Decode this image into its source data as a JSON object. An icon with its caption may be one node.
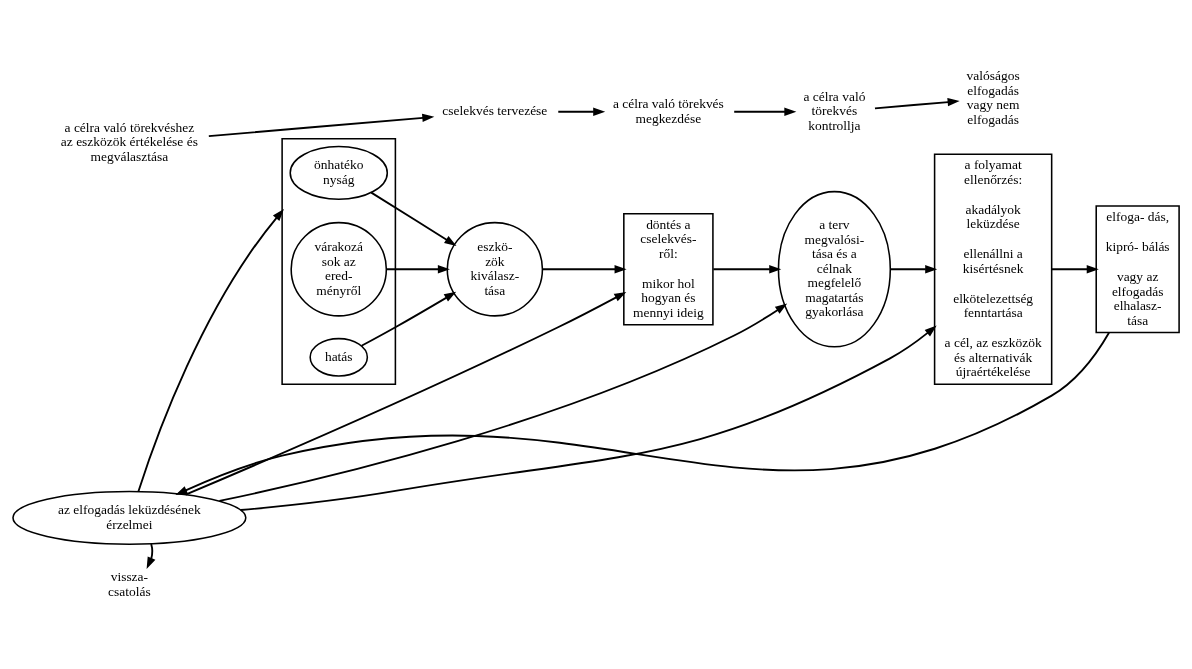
{
  "diagram": {
    "nodes": [
      {
        "text": [
          "a célra való törekvéshez az eszközök értékelése és megválasztása"
        ]
      },
      {
        "text": [
          "cselekvés tervezése"
        ]
      },
      {
        "text": [
          "a célra való törekvés megkezdése"
        ]
      },
      {
        "text": [
          "a célra való törekvés kontrollja"
        ]
      },
      {
        "text": [
          "valóságos elfogadás vagy nem elfogadás"
        ]
      },
      {
        "text": [],
        "shape": "box"
      },
      {
        "text": [
          "önhatéko nyság"
        ],
        "in": 5
      },
      {
        "text": [
          "várakozá sok az ered- ményről"
        ],
        "in": 5
      },
      {
        "text": [
          "hatás"
        ],
        "in": 5
      },
      {
        "text": [
          "eszkö- zök kiválasz- tása"
        ]
      },
      {
        "text": [
          "döntés a cselekvés- ről:",
          "mikor hol hogyan és mennyi ideig"
        ]
      },
      {
        "text": [
          "a terv megvalósi- tása és a célnak megfelelő magatartás gyakorlása"
        ]
      },
      {
        "text": [
          "a folyamat ellenőrzés:",
          "akadályok leküzdése",
          "ellenállni a kisértésnek",
          "elkötelezettség fenntartása",
          "a cél, az eszközök és alternativák újraértékelése"
        ]
      },
      {
        "text": [
          "elfoga- dás,",
          "kipró- bálás",
          "vagy az elfogadás elhalasz- tása"
        ]
      },
      {
        "text": [
          "az elfogadás leküzdésének érzelmei"
        ]
      },
      {
        "text": [
          "vissza- csatolás"
        ]
      }
    ],
    "edges": [
      {
        "from": 0,
        "to": 1,
        "arrow": "to"
      },
      {
        "from": 1,
        "to": 2,
        "arrow": "to"
      },
      {
        "from": 2,
        "to": 3,
        "arrow": "to"
      },
      {
        "from": 3,
        "to": 4,
        "arrow": "to"
      },
      {
        "from": 6,
        "to": 9,
        "arrow": "to"
      },
      {
        "from": 7,
        "to": 9,
        "arrow": "to"
      },
      {
        "from": 8,
        "to": 9,
        "arrow": "to"
      },
      {
        "from": 9,
        "to": 10,
        "arrow": "to"
      },
      {
        "from": 10,
        "to": 11,
        "arrow": "to"
      },
      {
        "from": 11,
        "to": 12,
        "arrow": "to"
      },
      {
        "from": 12,
        "to": 13,
        "arrow": "to"
      },
      {
        "from": 13,
        "to": 14,
        "arrow": "to"
      },
      {
        "from": 14,
        "to": 5,
        "arrow": "to"
      },
      {
        "from": 14,
        "to": 10,
        "arrow": "to"
      },
      {
        "from": 14,
        "to": 11,
        "arrow": "to"
      },
      {
        "from": 14,
        "to": 12,
        "arrow": "to"
      },
      {
        "from": 14,
        "to": 15,
        "arrow": "to"
      }
    ]
  }
}
